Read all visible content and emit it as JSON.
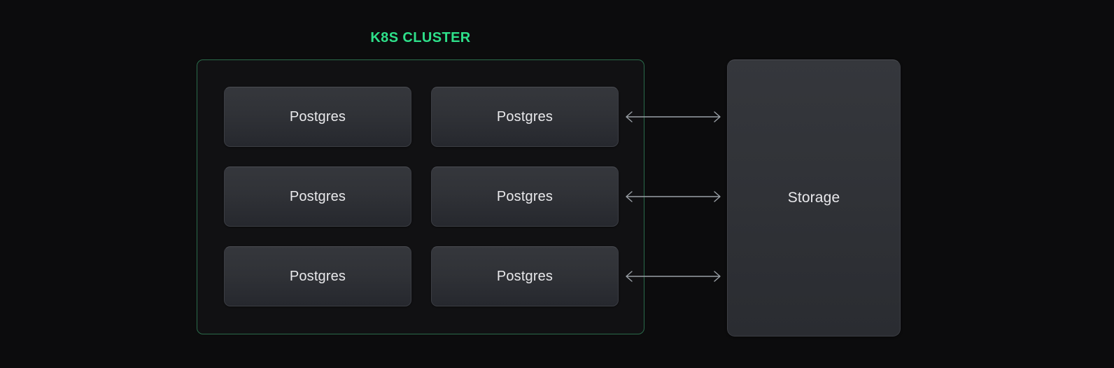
{
  "diagram": {
    "background_color": "#0c0c0d",
    "title": "K8S CLUSTER",
    "title_color": "#2ee08a",
    "cluster": {
      "border_color": "#2a6b4a",
      "fill_color": "#111113",
      "nodes": [
        {
          "label": "Postgres"
        },
        {
          "label": "Postgres"
        },
        {
          "label": "Postgres"
        },
        {
          "label": "Postgres"
        },
        {
          "label": "Postgres"
        },
        {
          "label": "Postgres"
        }
      ]
    },
    "storage": {
      "label": "Storage",
      "fill_color": "#313338"
    },
    "connectors": [
      {
        "kind": "bidirectional-arrow",
        "color": "#9aa0a6"
      },
      {
        "kind": "bidirectional-arrow",
        "color": "#9aa0a6"
      },
      {
        "kind": "bidirectional-arrow",
        "color": "#9aa0a6"
      }
    ]
  }
}
